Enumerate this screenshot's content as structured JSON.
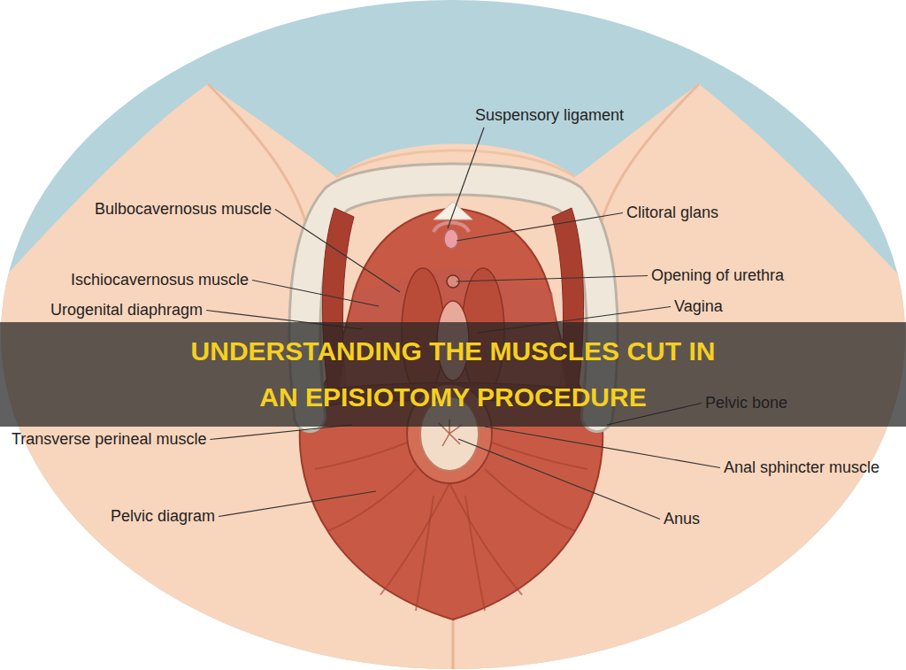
{
  "diagram": {
    "title": "UNDERSTANDING THE MUSCLES CUT IN AN EPISIOTOMY PROCEDURE",
    "labels": [
      "Suspensory ligament",
      "Bulbocavernosus muscle",
      "Clitoral glans",
      "Ischiocavernosus muscle",
      "Opening of urethra",
      "Urogenital diaphragm",
      "Vagina",
      "Pelvic bone",
      "Transverse perineal muscle",
      "Anal sphincter muscle",
      "Pelvic diagram",
      "Anus"
    ]
  }
}
